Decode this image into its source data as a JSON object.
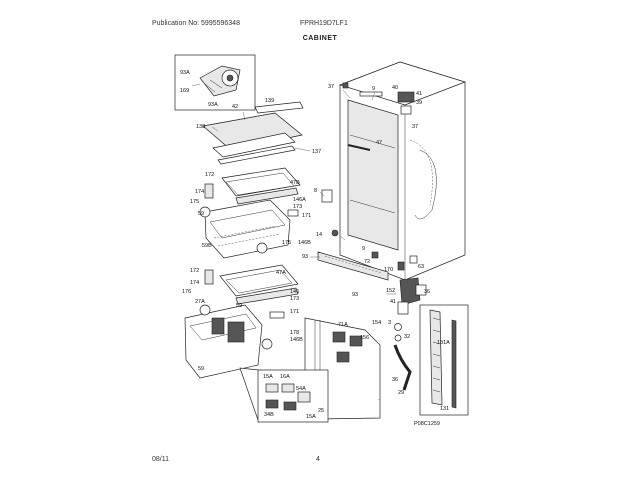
{
  "header": {
    "publication": "Publication No: 5995596348",
    "model": "FPRH19D7LF1"
  },
  "title": "CABINET",
  "footer": {
    "date": "08/11",
    "page_number": "4",
    "figure_code": "P08C1259"
  },
  "callouts": {
    "c93A": "93A",
    "c169": "169",
    "c93A_2": "93A",
    "c139": "139",
    "c42": "42",
    "c138": "138",
    "c137": "137",
    "c37a": "37",
    "c9": "9",
    "c40": "40",
    "c41": "41",
    "c39": "39",
    "c37b": "37",
    "c47": "47",
    "c8": "8",
    "c172": "172",
    "c47B": "47B",
    "c174": "174",
    "c146A": "146A",
    "c175": "175",
    "c173": "173",
    "c59": "59",
    "c171": "171",
    "c14": "14",
    "c59B": "59B",
    "c175b": "175",
    "c146B": "146B",
    "c9b": "9",
    "c93": "93",
    "c72": "72",
    "c170": "170",
    "c63": "63",
    "c93b": "93",
    "c172b": "172",
    "c47A": "47A",
    "c174b": "174",
    "c146": "146",
    "c176": "176",
    "c173b": "173",
    "c27A": "27A",
    "c59c": "59",
    "c171b": "171",
    "c178": "178",
    "c146Bb": "146B",
    "c152": "152",
    "c36": "36",
    "c41b": "41",
    "c154": "154",
    "c71A": "71A",
    "c156": "156",
    "c3": "3",
    "c32": "32",
    "c59d": "59",
    "c131A": "131A",
    "c36b": "36",
    "c15A": "15A",
    "c16A": "16A",
    "c54A": "54A",
    "c34B": "34B",
    "c15Ab": "15A",
    "c25": "25",
    "c29": "29",
    "c131": "131"
  }
}
